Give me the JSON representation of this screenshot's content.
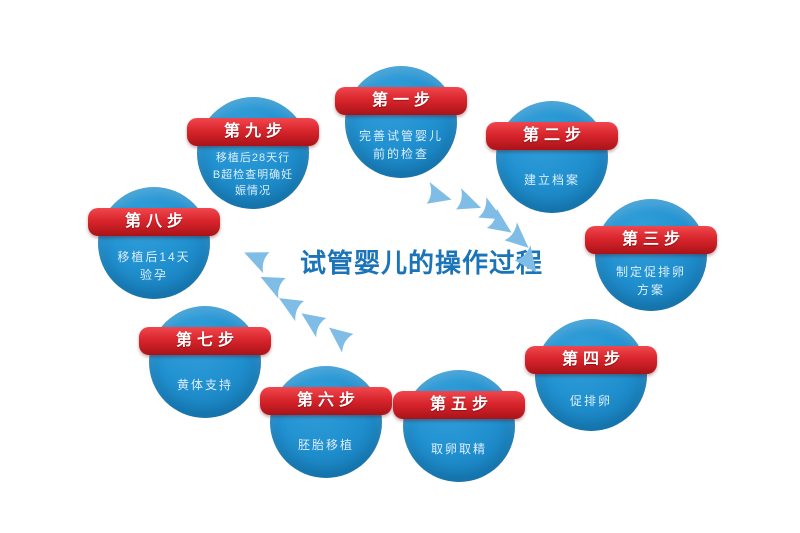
{
  "title": "试管婴儿的操作过程",
  "colors": {
    "circle_blue": "#2191d0",
    "ribbon_red": "#d7242b",
    "ribbon_fold_dark_red": "#8c0e13",
    "arrow_light_blue": "#7fbde6",
    "title_blue": "#1b73b8",
    "step_text": "#dceefb",
    "background": "#ffffff"
  },
  "steps": [
    {
      "label": "第一步",
      "lines": [
        "完善试管婴儿",
        "前的检查"
      ]
    },
    {
      "label": "第二步",
      "lines": [
        "建立档案"
      ]
    },
    {
      "label": "第三步",
      "lines": [
        "制定促排卵",
        "方案"
      ]
    },
    {
      "label": "第四步",
      "lines": [
        "促排卵"
      ]
    },
    {
      "label": "第五步",
      "lines": [
        "取卵取精"
      ]
    },
    {
      "label": "第六步",
      "lines": [
        "胚胎移植"
      ]
    },
    {
      "label": "第七步",
      "lines": [
        "黄体支持"
      ]
    },
    {
      "label": "第八步",
      "lines": [
        "移植后14天",
        "验孕"
      ]
    },
    {
      "label": "第九步",
      "lines": [
        "移植后28天行",
        "B超检查明确妊",
        "娠情况"
      ]
    }
  ]
}
